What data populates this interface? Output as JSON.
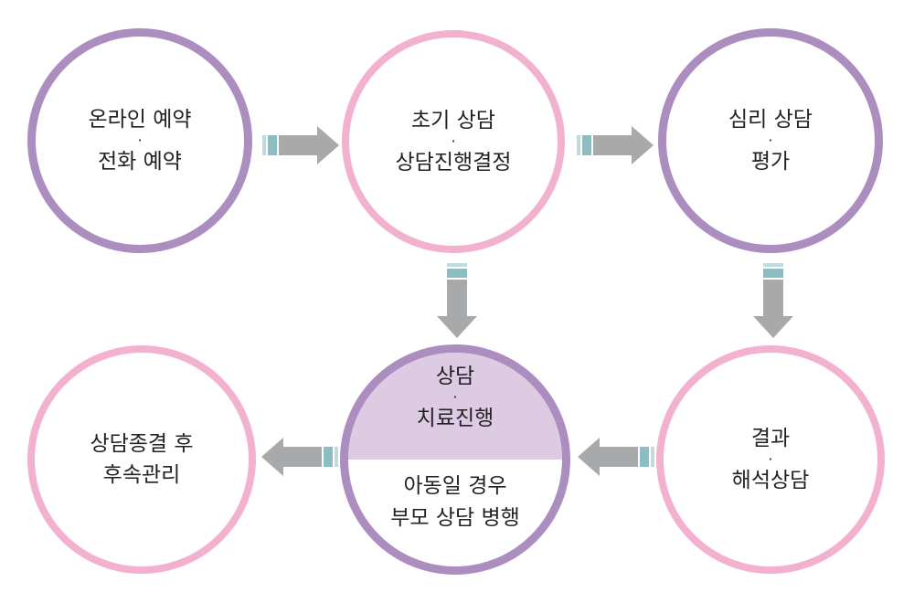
{
  "colors": {
    "circle_purple": "#ab8dbf",
    "circle_pink": "#f2b2cf",
    "highlight_fill": "#dccbe3",
    "arrow_gray": "#a7a9ab",
    "arrow_teal": "#8bbdc2"
  },
  "steps": {
    "reservation": {
      "line1": "온라인 예약",
      "separator": "·",
      "line2": "전화 예약"
    },
    "initial": {
      "line1": "초기 상담",
      "separator": "·",
      "line2": "상담진행결정"
    },
    "assessment": {
      "line1": "심리 상담",
      "separator": "·",
      "line2": "평가"
    },
    "interpretation": {
      "line1": "결과",
      "separator": "·",
      "line2": "해석상담"
    },
    "treatment": {
      "top_line1": "상담",
      "separator": "·",
      "top_line2": "치료진행",
      "bottom_line1": "아동일 경우",
      "bottom_line2": "부모 상담 병행"
    },
    "followup": {
      "line1": "상담종결 후",
      "line2": "후속관리"
    }
  }
}
